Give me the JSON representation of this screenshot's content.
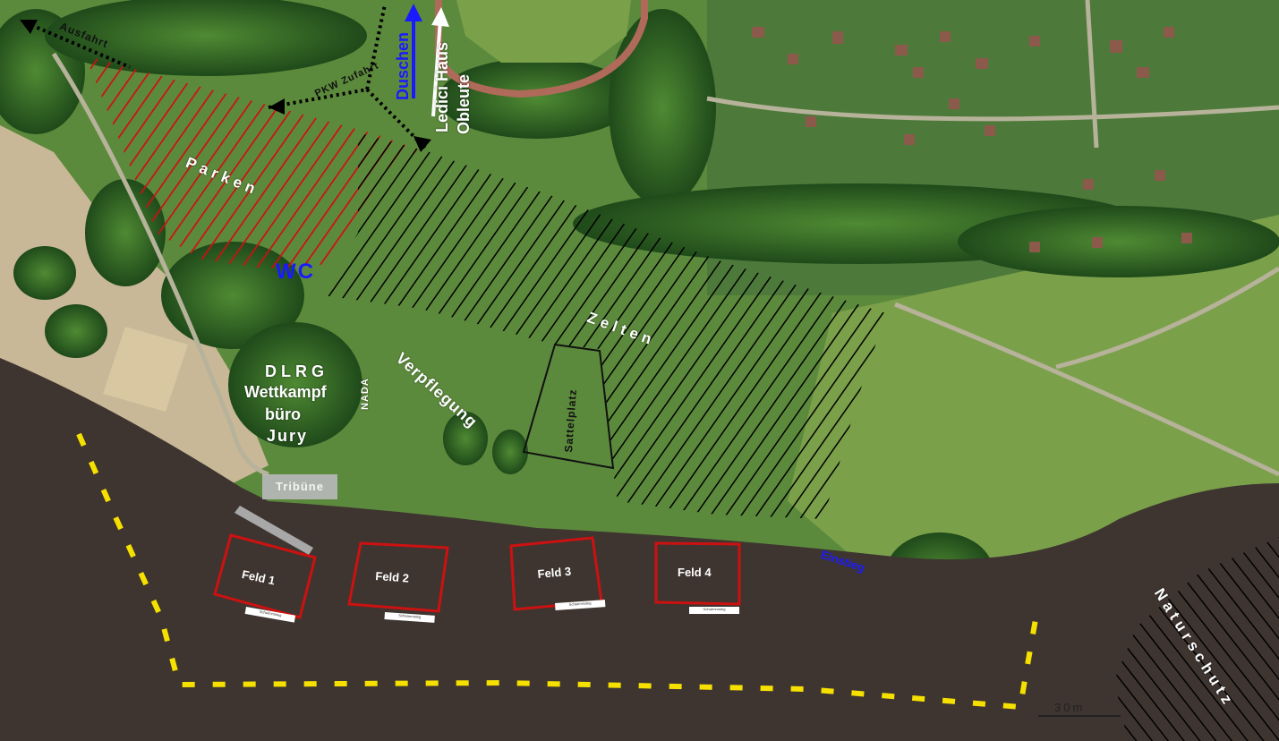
{
  "labels": {
    "ausfahrt": "Ausfahrt",
    "pkw_zufahrt": "PKW Zufahrt",
    "duschen": "Duschen",
    "ledici_haus": "Ledici Haus",
    "obleute": "Obleute",
    "parken": "Parken",
    "wc": "WC",
    "zelten": "Zelten",
    "dlrg": "DLRG",
    "wettkampf": "Wettkampf",
    "buero": "büro",
    "jury": "Jury",
    "nada": "NADA",
    "verpflegung": "Verpflegung",
    "sattelplatz": "Sattelplatz",
    "tribuene": "Tribüne",
    "einstieg": "Einstieg",
    "naturschutz": "Naturschutz"
  },
  "fields": [
    {
      "label": "Feld 1",
      "sign": "Schwimmsteg"
    },
    {
      "label": "Feld 2",
      "sign": "Schwimmsteg"
    },
    {
      "label": "Feld 3",
      "sign": "Schwimmsteg"
    },
    {
      "label": "Feld 4",
      "sign": "Schwimmsteg"
    }
  ],
  "scale": {
    "label": "30m"
  },
  "colors": {
    "parking_hatch": "#cc1111",
    "zone_hatch": "#000000",
    "field_outline": "#cc1111",
    "buoy_line": "#f5e000",
    "arrow_blue": "#1a1aff",
    "arrow_white": "#ffffff",
    "text_blue": "#1a1aff"
  }
}
